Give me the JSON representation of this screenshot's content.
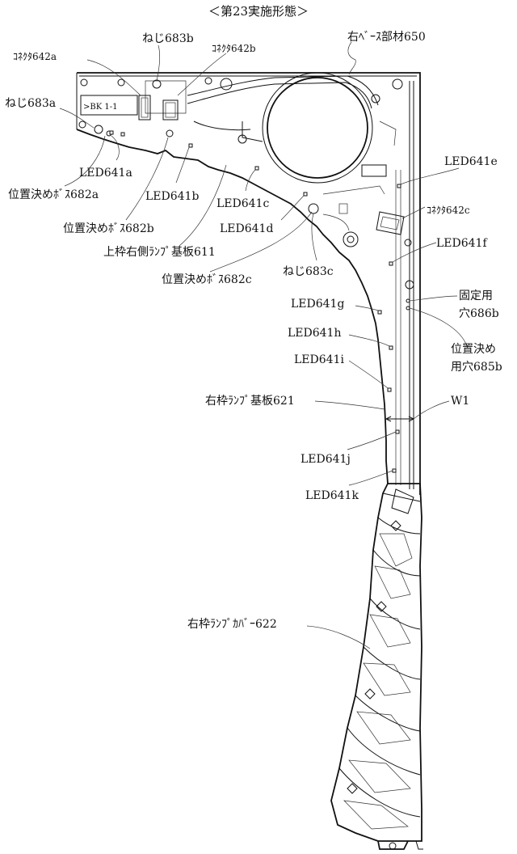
{
  "title": "＜第23実施形態＞",
  "labels": {
    "screw_683b": "ねじ683b",
    "connector_642b": "ｺﾈｸﾀ642b",
    "right_base_650": "右ﾍﾞｰｽ部材650",
    "connector_642a": "ｺﾈｸﾀ642a",
    "screw_683a": "ねじ683a",
    "led_641a": "LED641a",
    "led_641b": "LED641b",
    "led_641c": "LED641c",
    "led_641d": "LED641d",
    "led_641e": "LED641e",
    "led_641f": "LED641f",
    "led_641g": "LED641g",
    "led_641h": "LED641h",
    "led_641i": "LED641i",
    "led_641j": "LED641j",
    "led_641k": "LED641k",
    "boss_682a": "位置決めﾎﾞｽ682a",
    "boss_682b": "位置決めﾎﾞｽ682b",
    "boss_682c": "位置決めﾎﾞｽ682c",
    "board_611": "上枠右側ﾗﾝﾌﾟ基板611",
    "screw_683c": "ねじ683c",
    "connector_642c": "ｺﾈｸﾀ642c",
    "fix_hole_1": "固定用",
    "fix_hole_2": "穴686b",
    "pos_hole_1": "位置決め",
    "pos_hole_2": "用穴685b",
    "board_621": "右枠ﾗﾝﾌﾟ基板621",
    "w1": "W1",
    "cover_622": "右枠ﾗﾝﾌﾟｶﾊﾞｰ622"
  }
}
